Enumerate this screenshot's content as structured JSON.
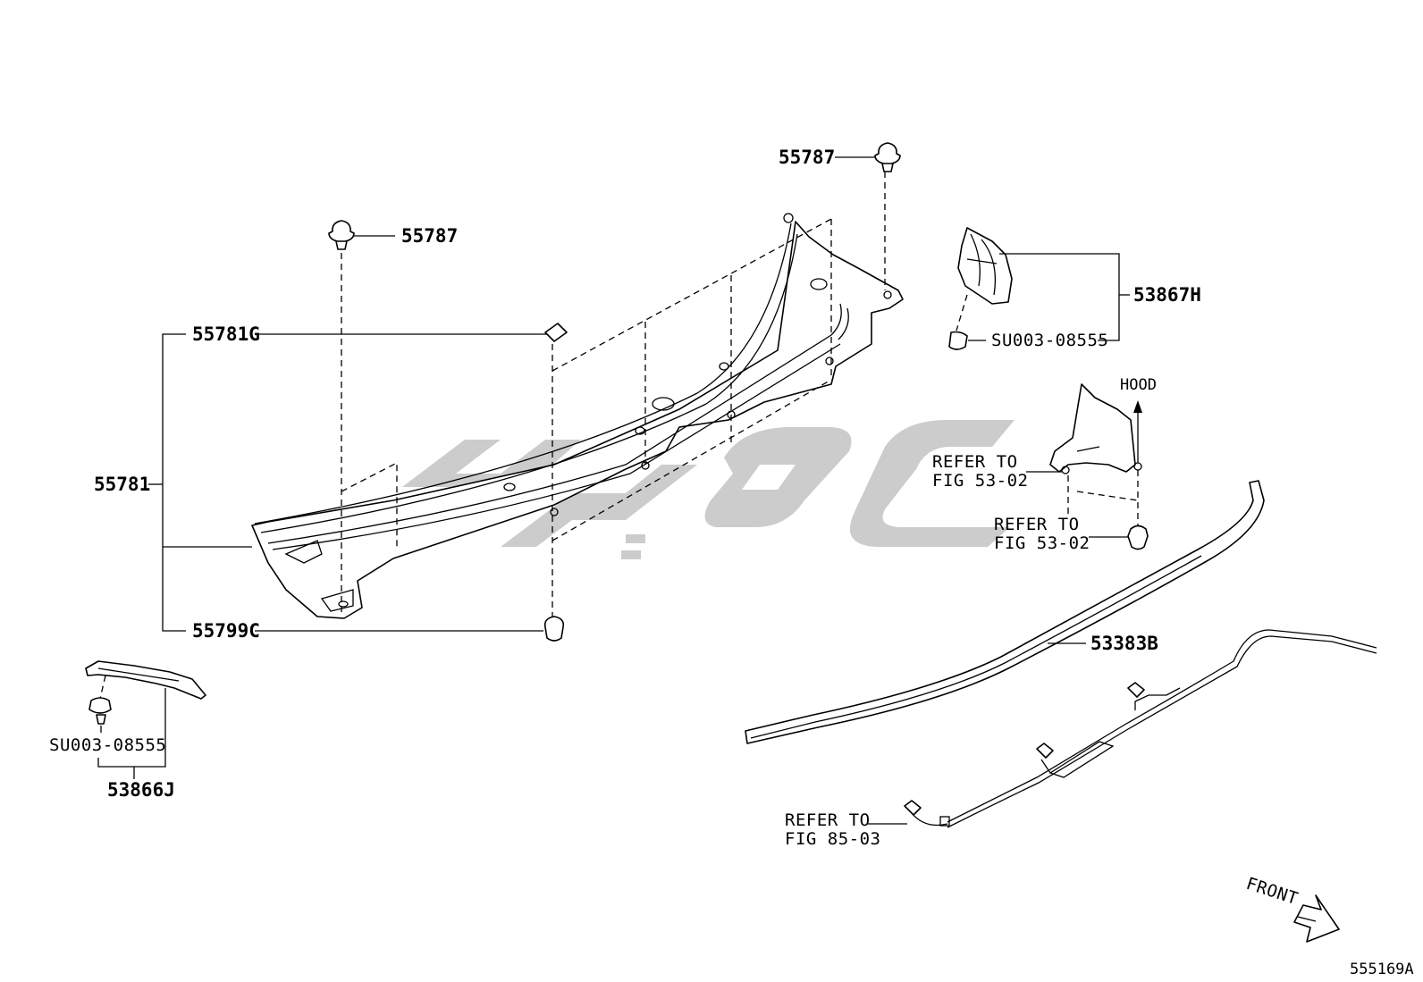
{
  "labels": {
    "p55787_top": "55787",
    "p55787_left": "55787",
    "p55781g": "55781G",
    "p55781": "55781",
    "p55799c": "55799C",
    "p53867h": "53867H",
    "su_right": "SU003-08555",
    "hood": "HOOD",
    "refer_a_1": "REFER TO",
    "refer_a_2": "FIG 53-02",
    "refer_b_1": "REFER TO",
    "refer_b_2": "FIG 53-02",
    "p53383b": "53383B",
    "su_left": "SU003-08555",
    "p53866j": "53866J",
    "refer_c_1": "REFER TO",
    "refer_c_2": "FIG 85-03",
    "front": "FRONT",
    "diagram_id": "555169A"
  },
  "colors": {
    "line": "#000000",
    "watermark": "#c7c7c7",
    "background": "#ffffff"
  }
}
